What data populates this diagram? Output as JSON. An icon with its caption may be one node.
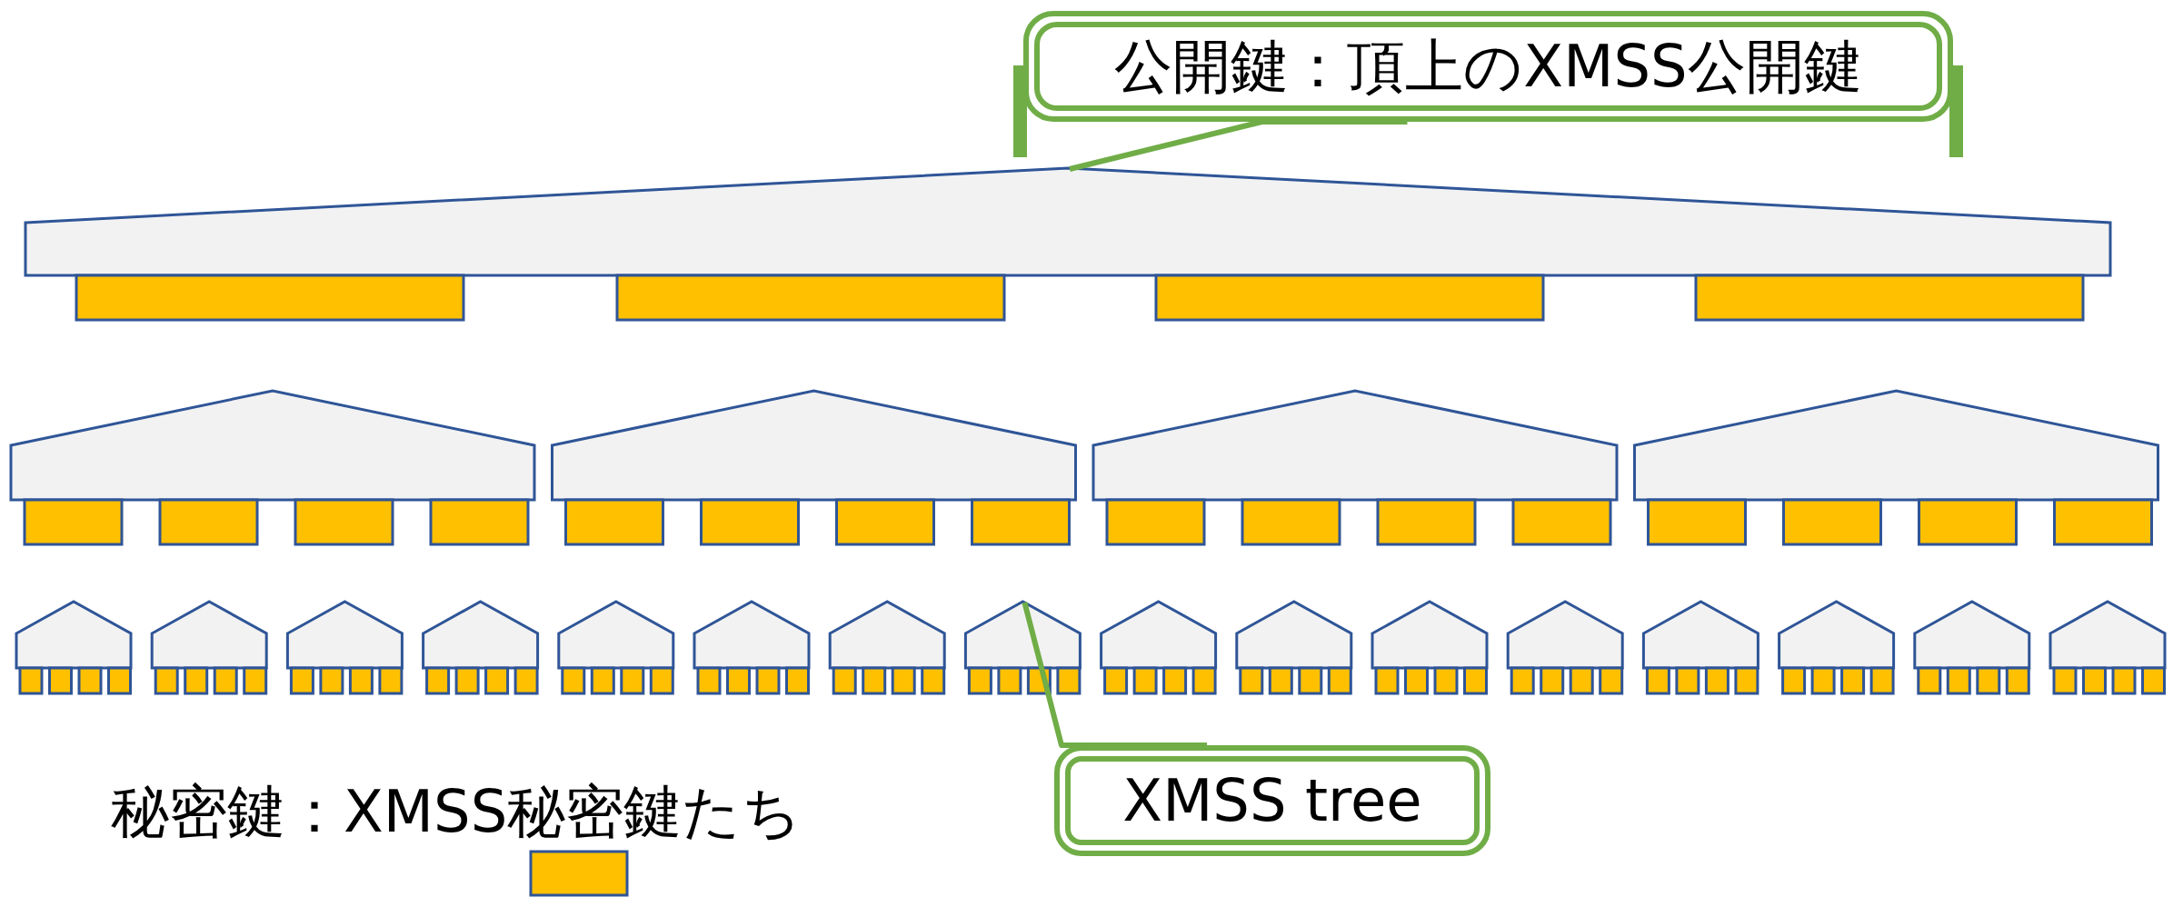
{
  "diagram": {
    "nodes": [
      {
        "text": [
          "公開鍵：頂上のXMSS公開鍵"
        ]
      },
      {
        "text": [],
        "shape": "pentagon"
      },
      {
        "text": [],
        "shape": "pentagon"
      },
      {
        "text": [],
        "shape": "pentagon"
      },
      {
        "text": [],
        "shape": "pentagon"
      },
      {
        "text": [],
        "shape": "pentagon"
      },
      {
        "text": [],
        "shape": "pentagon"
      },
      {
        "text": [],
        "shape": "pentagon"
      },
      {
        "text": [],
        "shape": "pentagon"
      },
      {
        "text": [],
        "shape": "pentagon"
      },
      {
        "text": [],
        "shape": "pentagon"
      },
      {
        "text": [],
        "shape": "pentagon"
      },
      {
        "text": [],
        "shape": "pentagon"
      },
      {
        "text": [],
        "shape": "pentagon"
      },
      {
        "text": [],
        "shape": "pentagon"
      },
      {
        "text": [],
        "shape": "pentagon"
      },
      {
        "text": [],
        "shape": "pentagon"
      },
      {
        "text": [],
        "shape": "pentagon"
      },
      {
        "text": [],
        "shape": "pentagon"
      },
      {
        "text": [],
        "shape": "pentagon"
      },
      {
        "text": [],
        "shape": "pentagon"
      },
      {
        "text": [],
        "shape": "pentagon"
      },
      {
        "text": [
          "XMSS tree"
        ]
      }
    ],
    "edges": [
      {
        "from": 0,
        "to": 1,
        "arrow": "none"
      },
      {
        "from": 22,
        "to": 13,
        "arrow": "none"
      }
    ],
    "legend": [
      {
        "text": "秘密鍵：XMSS秘密鍵たち",
        "color": "#ffc000"
      }
    ]
  }
}
